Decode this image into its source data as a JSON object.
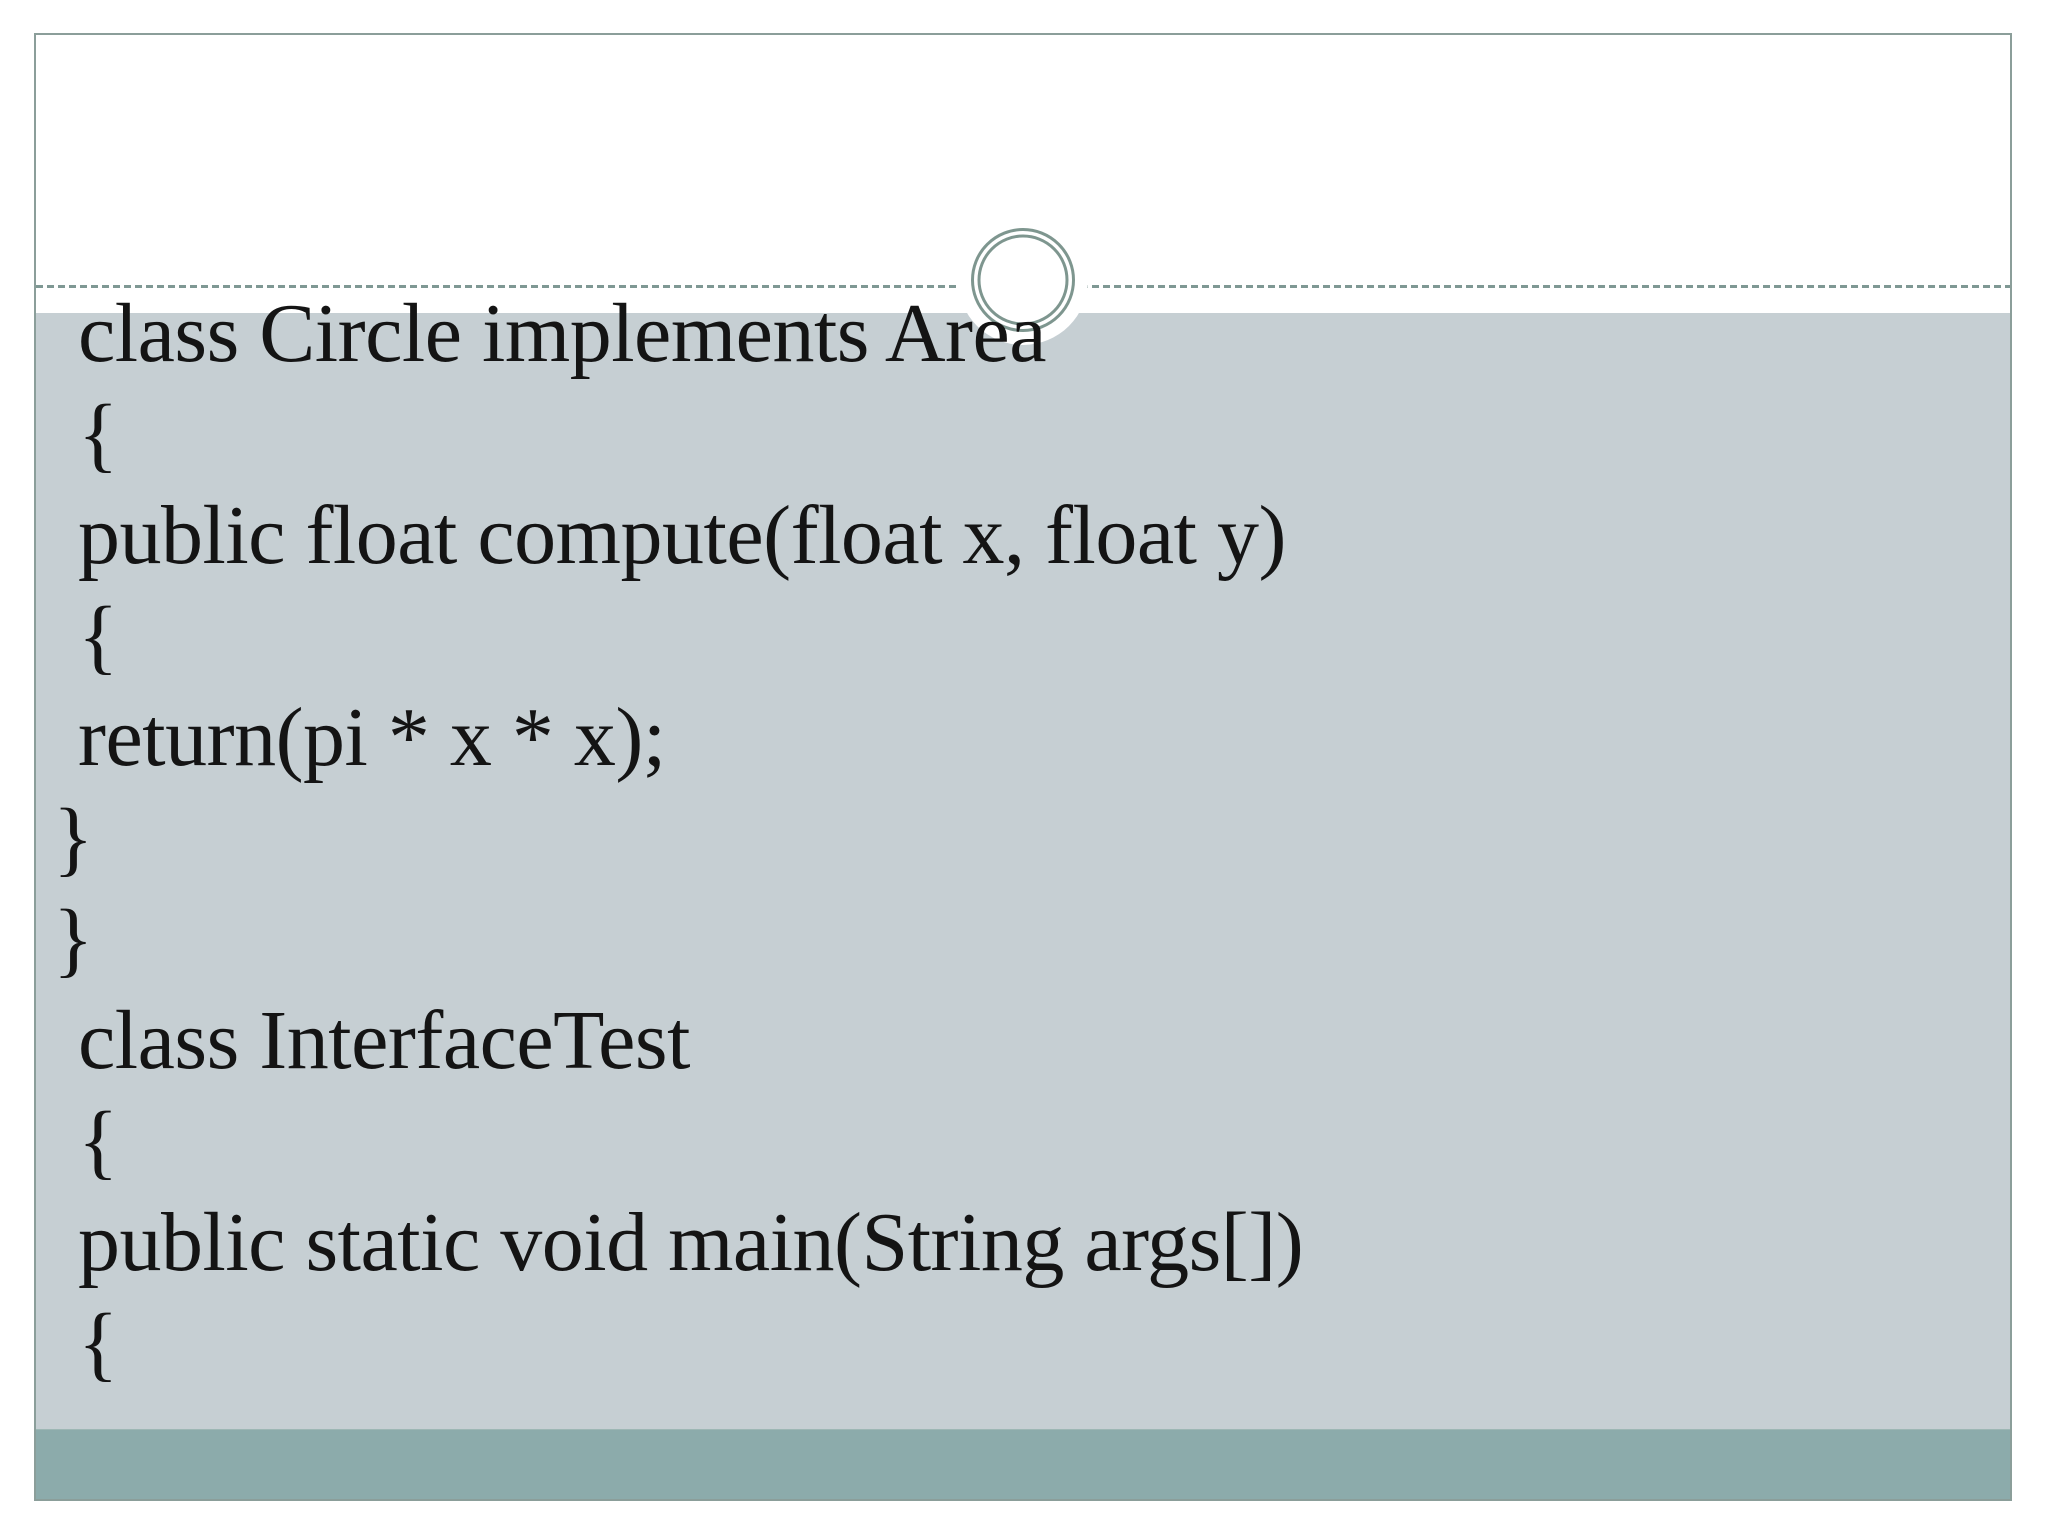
{
  "slide": {
    "kind": "presentation-slide",
    "title_area_text": "",
    "code_lines": [
      {
        "text": "class Circle implements Area"
      },
      {
        "text": "{"
      },
      {
        "text": "public float compute(float x, float y)"
      },
      {
        "text": "{"
      },
      {
        "text": "return(pi * x * x);"
      },
      {
        "text": "}"
      },
      {
        "text": "}"
      },
      {
        "text": "class InterfaceTest"
      },
      {
        "text": "{"
      },
      {
        "text": "public static void main(String args[])"
      },
      {
        "text": "{"
      }
    ],
    "decorations": {
      "circle_ornament": "double-ring-circle",
      "divider_style": "dashed-line"
    },
    "colors": {
      "slide_border": "#8b9e9a",
      "content_background": "#c6cfd3",
      "footer_bar": "#8cabab",
      "ring": "#7e968f",
      "divider": "#7f9894",
      "text": "#141414",
      "page_background": "#ffffff"
    }
  }
}
